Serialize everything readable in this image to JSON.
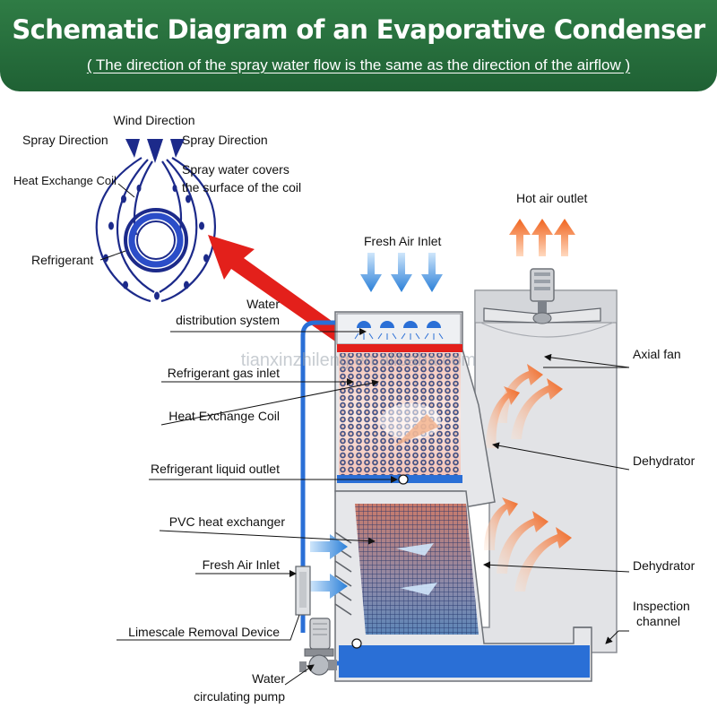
{
  "header": {
    "title": "Schematic Diagram of an Evaporative Condenser",
    "subtitle": "( The direction of the spray water flow is the same as the direction of the airflow )"
  },
  "inset": {
    "wind_direction": "Wind Direction",
    "spray_direction_left": "Spray Direction",
    "spray_direction_right": "Spray Direction",
    "heat_exchange_coil": "Heat Exchange Coil",
    "spray_note_line1": "Spray water covers",
    "spray_note_line2": "the surface of the coil",
    "refrigerant": "Refrigerant"
  },
  "labels": {
    "hot_air_outlet": "Hot air outlet",
    "fresh_air_inlet_top": "Fresh Air Inlet",
    "water_distribution_line1": "Water",
    "water_distribution_line2": "distribution system",
    "refrigerant_gas_inlet": "Refrigerant gas inlet",
    "heat_exchange_coil": "Heat Exchange Coil",
    "refrigerant_liquid_outlet": "Refrigerant liquid outlet",
    "pvc_heat_exchanger": "PVC heat exchanger",
    "fresh_air_inlet_side": "Fresh Air Inlet",
    "limescale_removal": "Limescale Removal Device",
    "pump_line1": "Water",
    "pump_line2": "circulating pump",
    "axial_fan": "Axial fan",
    "dehydrator_upper": "Dehydrator",
    "dehydrator_lower": "Dehydrator",
    "inspection_line1": "Inspection",
    "inspection_line2": "channel"
  },
  "watermark": "tianxinzhileng.en.alibaba.com",
  "colors": {
    "header_green": "#236b3a",
    "pipe_blue": "#2a6fd6",
    "air_blue": "#3d8ee0",
    "hot_orange": "#f07a2a",
    "pointer_red": "#e3201b",
    "coil_navy": "#1c2a8a",
    "casing_gray": "#dcdde0"
  }
}
